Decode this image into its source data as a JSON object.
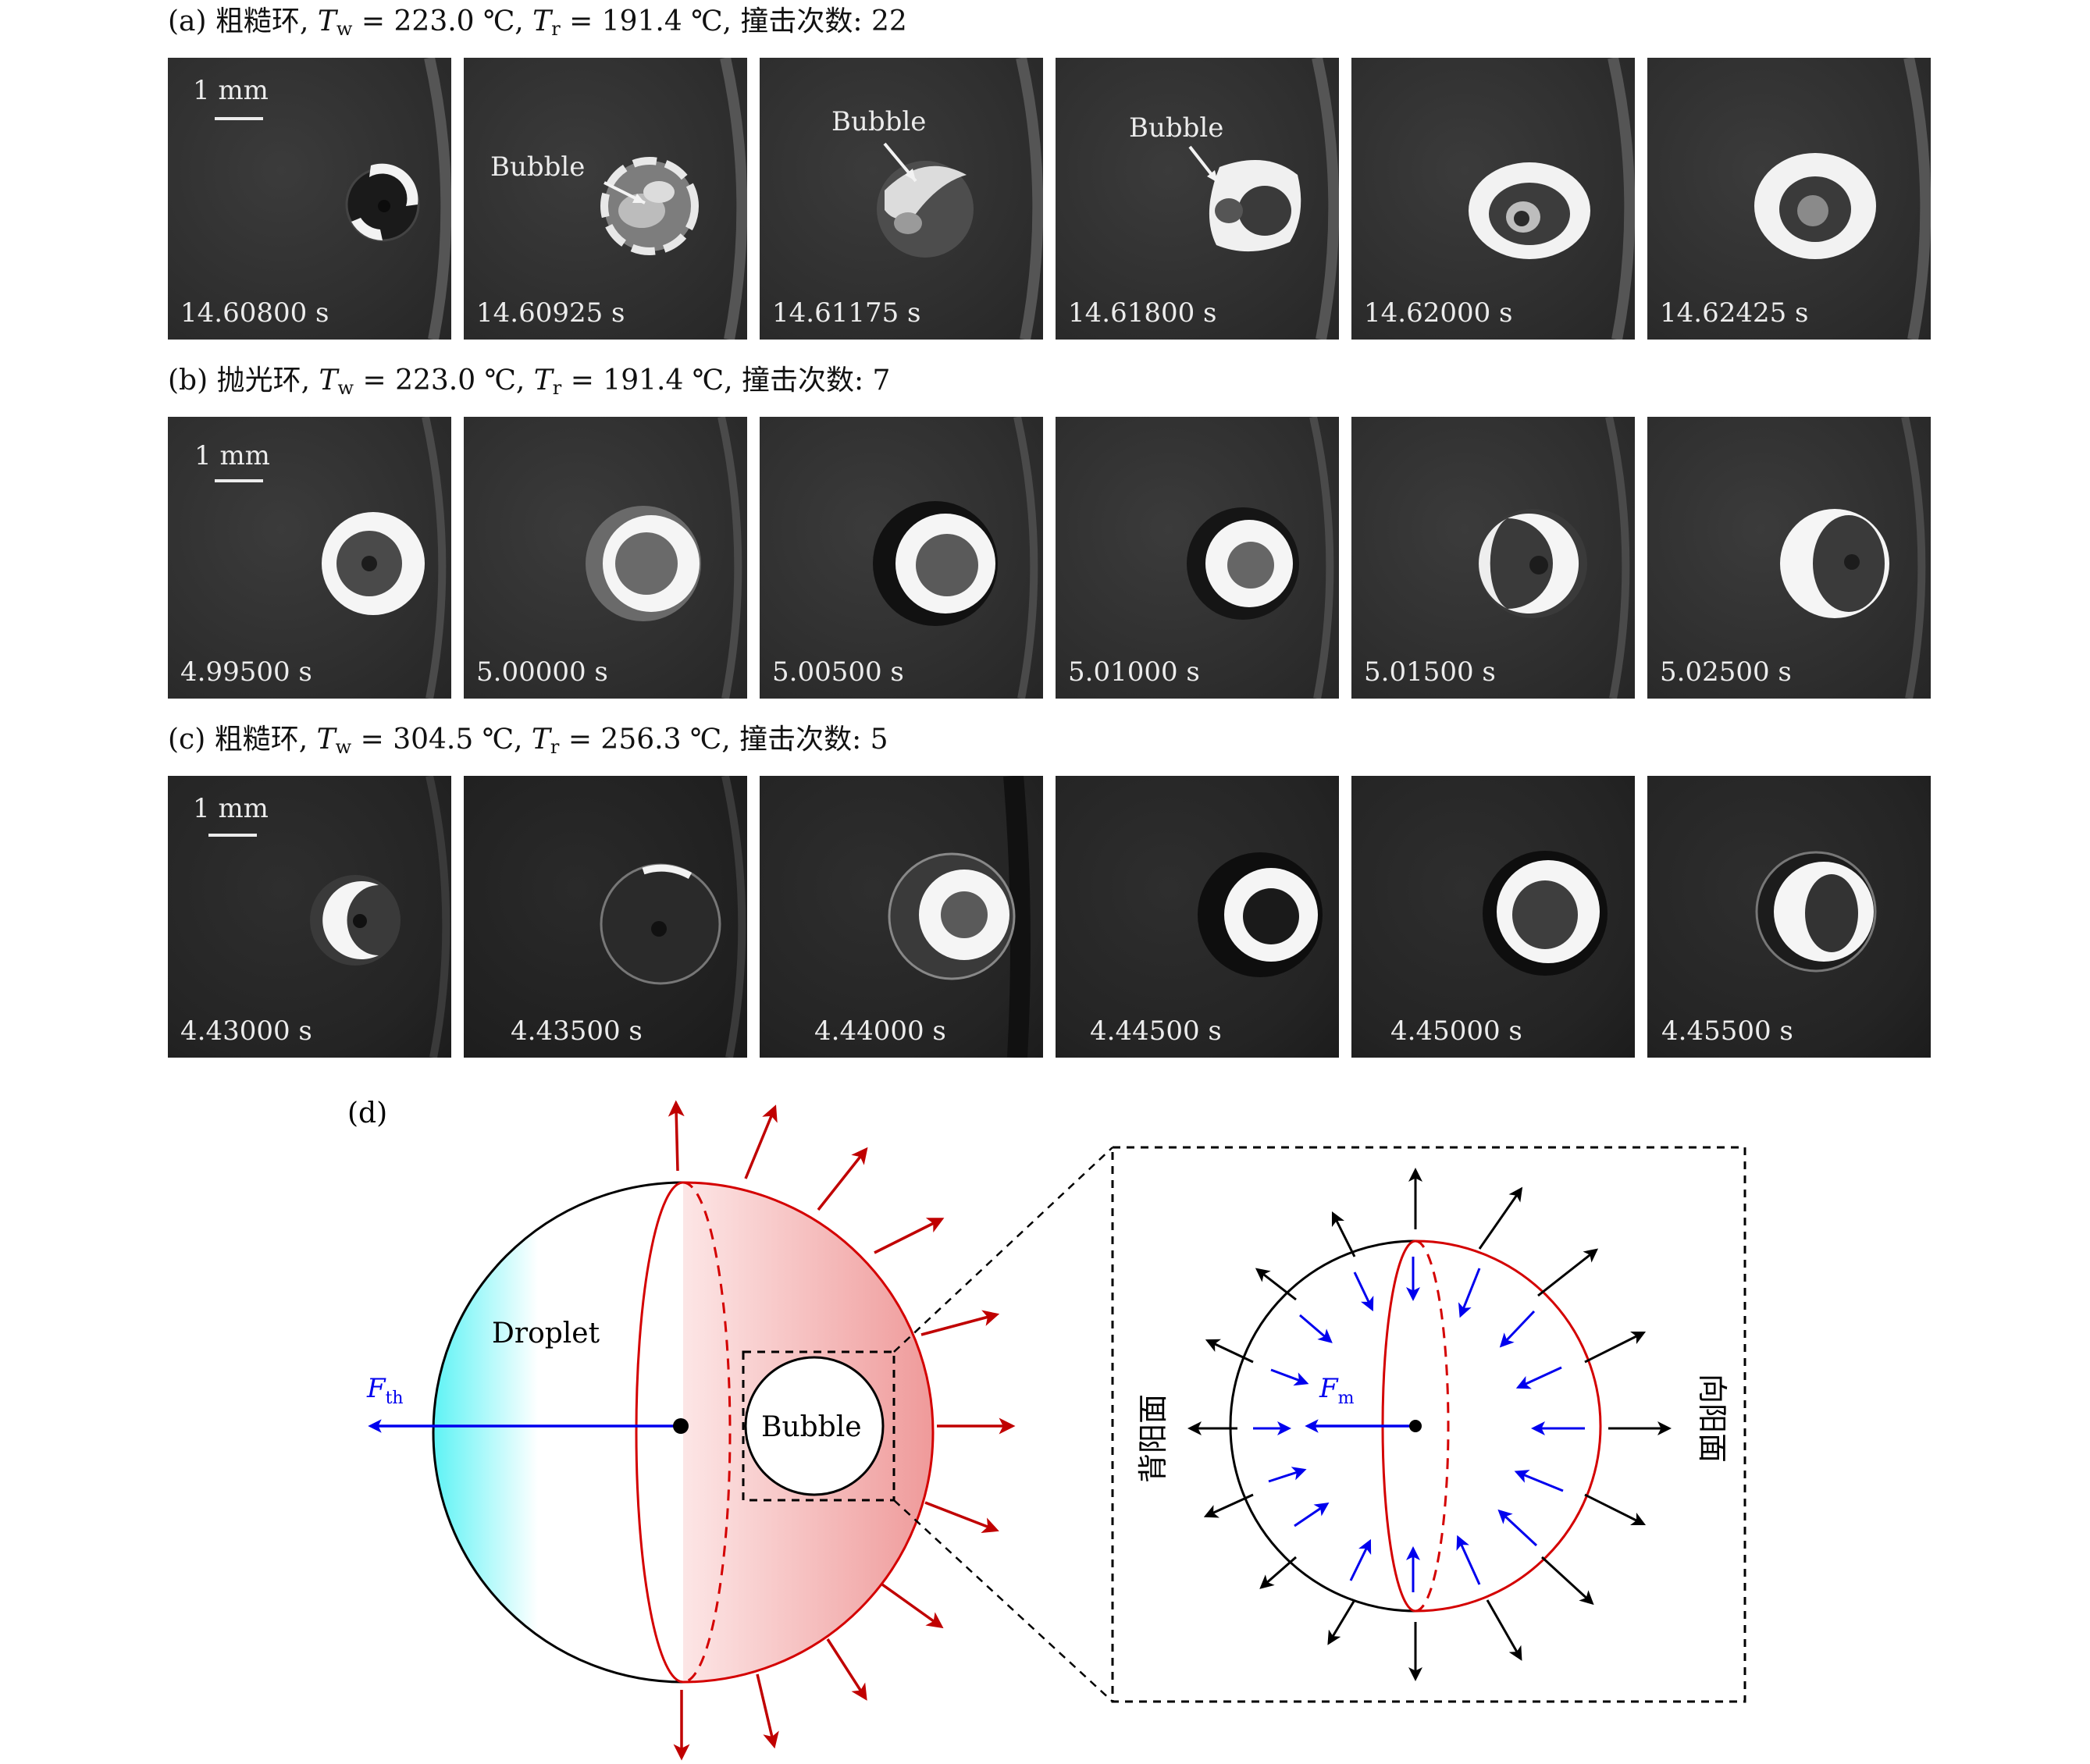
{
  "rows": [
    {
      "label_prefix": "(a) 粗糙环, ",
      "tw_sym": "T",
      "tw_sub": "w",
      "tw_val": " = 223.0 ℃, ",
      "tr_sym": "T",
      "tr_sub": "r",
      "tr_val": " = 191.4 ℃, 撞击次数: 22",
      "scale": "1 mm",
      "times": [
        "14.60800 s",
        "14.60925 s",
        "14.61175 s",
        "14.61800 s",
        "14.62000 s",
        "14.62425 s"
      ],
      "bubble_label": "Bubble"
    },
    {
      "label_prefix": "(b) 抛光环, ",
      "tw_sym": "T",
      "tw_sub": "w",
      "tw_val": " = 223.0 ℃, ",
      "tr_sym": "T",
      "tr_sub": "r",
      "tr_val": " = 191.4 ℃, 撞击次数: 7",
      "scale": "1 mm",
      "times": [
        "4.99500 s",
        "5.00000 s",
        "5.00500 s",
        "5.01000 s",
        "5.01500 s",
        "5.02500 s"
      ]
    },
    {
      "label_prefix": "(c) 粗糙环, ",
      "tw_sym": "T",
      "tw_sub": "w",
      "tw_val": " = 304.5 ℃, ",
      "tr_sym": "T",
      "tr_sub": "r",
      "tr_val": " = 256.3 ℃, 撞击次数: 5",
      "scale": "1 mm",
      "times": [
        "4.43000 s",
        "4.43500 s",
        "4.44000 s",
        "4.44500 s",
        "4.45000 s",
        "4.45500 s"
      ]
    }
  ],
  "diagram": {
    "label": "(d)",
    "droplet": "Droplet",
    "bubble": "Bubble",
    "f_th_sym": "F",
    "f_th_sub": "th",
    "f_m_sym": "F",
    "f_m_sub": "m",
    "shaded_side": "背阳面",
    "lit_side": "向阳面",
    "colors": {
      "cold": "#7ff6f8",
      "hot": "#ef9a9a",
      "red_arrow": "#c00000",
      "blue_arrow": "#0000ee",
      "red_line": "#d40000"
    }
  }
}
